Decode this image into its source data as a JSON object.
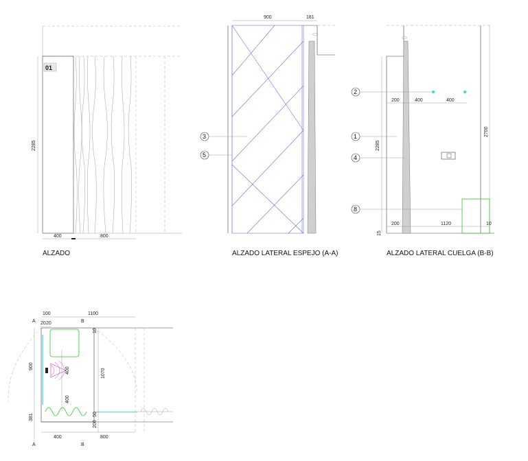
{
  "views": {
    "alzado": {
      "title": "ALZADO",
      "tag": "01",
      "dims": {
        "height": "2285",
        "w1": "400",
        "w2": "800"
      }
    },
    "espejo": {
      "title": "ALZADO LATERAL ESPEJO (A-A)",
      "dims": {
        "top1": "900",
        "top2": "181"
      },
      "callouts": {
        "c3": "3",
        "c5": "5"
      }
    },
    "cuelga": {
      "title": "ALZADO LATERAL CUELGA (B-B)",
      "dims": {
        "h_total": "2700",
        "h": "2285",
        "a": "200",
        "b": "400",
        "c": "400",
        "d": "200",
        "e": "1120",
        "f": "10",
        "g": "15"
      },
      "callouts": {
        "c2": "2",
        "c1": "1",
        "c4": "4",
        "c8": "8"
      }
    },
    "planta": {
      "dims": {
        "top1": "100",
        "top2": "1100",
        "top3": "20",
        "top4": "20",
        "left1": "900",
        "left2": "381",
        "mid1": "1070",
        "mid2": "200",
        "mid3": "50",
        "mid4": "10",
        "inner1": "400",
        "inner2": "400",
        "bot1": "400",
        "bot2": "800"
      },
      "markers": {
        "a": "A",
        "b": "B"
      }
    }
  },
  "colors": {
    "line": "#444444",
    "mirror": "#6e6edc",
    "green": "#22cc22",
    "cyan": "#33dddd",
    "magenta": "#cc44cc"
  }
}
